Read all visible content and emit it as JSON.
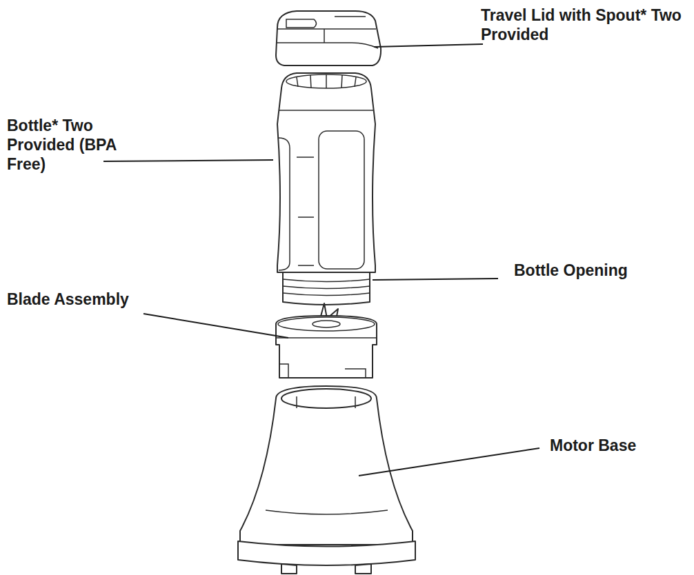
{
  "diagram": {
    "labels": [
      "Travel Lid with Spout* Two Provided",
      "Bottle* Two Provided (BPA Free)",
      "Bottle Opening",
      "Blade Assembly",
      "Motor Base"
    ]
  }
}
